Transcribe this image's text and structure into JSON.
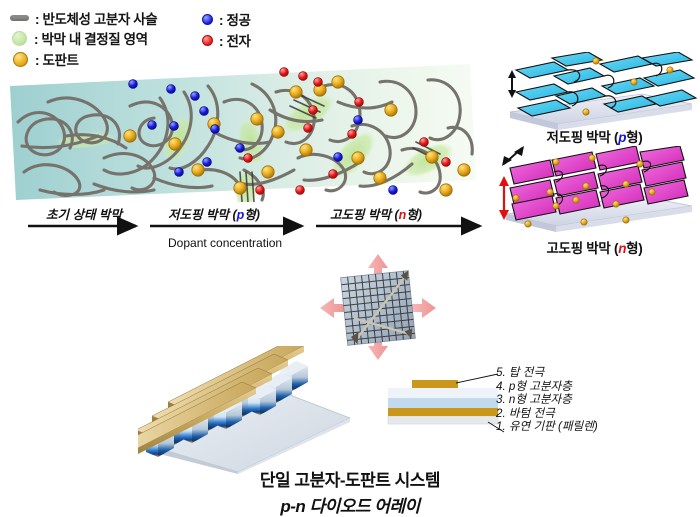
{
  "legend": {
    "items": [
      {
        "icon": "gray-dash-line-swatch",
        "label": ": 반도체성 고분자 사슬"
      },
      {
        "icon": "green-circle-swatch",
        "label": ": 박막 내 결정질 영역"
      },
      {
        "icon": "gold-circle-swatch",
        "label": ": 도판트"
      },
      {
        "icon": "blue-dot-swatch",
        "label": ": 정공"
      },
      {
        "icon": "red-dot-swatch",
        "label": ": 전자"
      }
    ]
  },
  "axis": {
    "stages": [
      {
        "label": "초기 상태 박막",
        "type": ""
      },
      {
        "label": "저도핑 박막 (",
        "carrier": "p",
        "suffix": "형)"
      },
      {
        "label": "고도핑 박막 (",
        "carrier": "n",
        "suffix": "형)"
      }
    ],
    "caption": "Dopant concentration"
  },
  "panels": {
    "low_doped": {
      "prefix": "저도핑 박막 (",
      "carrier": "p",
      "suffix": "형)"
    },
    "high_doped": {
      "prefix": "고도핑 박막 (",
      "carrier": "n",
      "suffix": "형)"
    }
  },
  "stack_legend": [
    "5. 탑 전극",
    "4. p형 고분자층",
    "3. n형 고분자층",
    "2. 바텀 전극",
    "1. 유연 기판 (패릴렌)"
  ],
  "title": {
    "line1": "단일 고분자-도판트 시스템",
    "line2": "p-n 다이오드 어레이"
  },
  "colors": {
    "hole_blue": "#1414e6",
    "electron_red": "#e81818",
    "dopant_gold": "#e8a91a",
    "crystalline_green": "#bfe3a0",
    "polymer_gray": "#76736d",
    "film_teal": "#a8d8d8",
    "lamella_cyan": "#3ec8ee",
    "lamella_magenta": "#e040c8",
    "electrode_gold": "#c9971a",
    "expand_arrow_pink": "#f2a0a0"
  }
}
